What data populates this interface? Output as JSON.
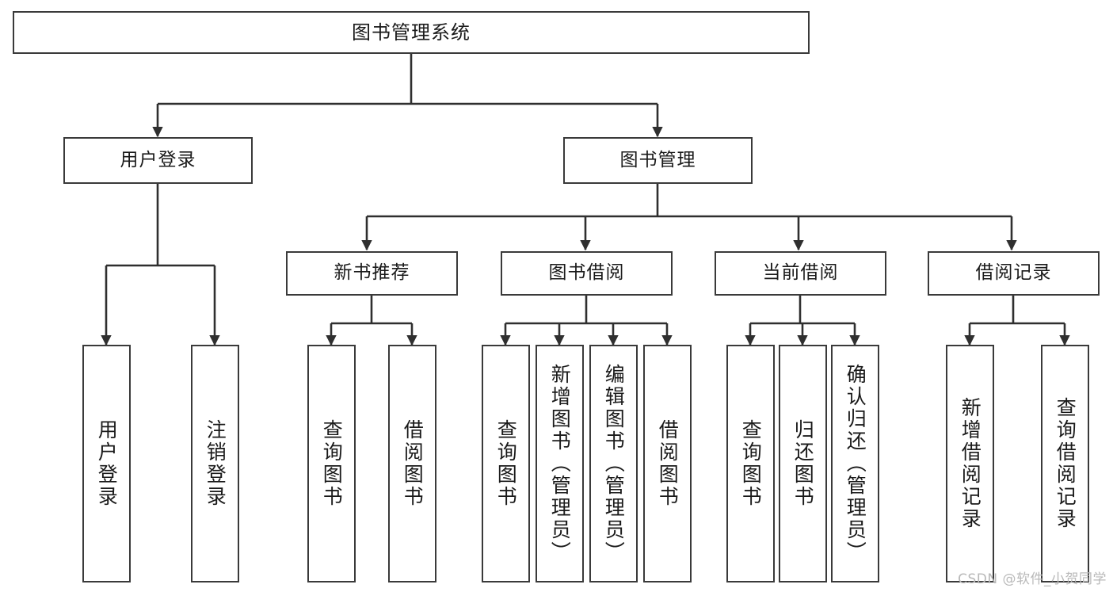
{
  "diagram": {
    "title": "图书管理系统",
    "type": "hierarchy-tree",
    "orientation": "top-down",
    "colors": {
      "box_border": "#3a3a3a",
      "box_fill": "#ffffff",
      "connector": "#2f2f2f",
      "text": "#1a1a1a",
      "watermark": "#b9b9b9",
      "background": "#ffffff"
    },
    "levels": 4
  },
  "nodes": {
    "root": {
      "label": "图书管理系统",
      "level": 1
    },
    "level2": [
      {
        "id": "user-login",
        "label": "用户登录",
        "level": 2
      },
      {
        "id": "book-manage",
        "label": "图书管理",
        "level": 2
      }
    ],
    "level3": [
      {
        "id": "new-book-recommend",
        "label": "新书推荐",
        "level": 3,
        "parent": "book-manage"
      },
      {
        "id": "book-borrow",
        "label": "图书借阅",
        "level": 3,
        "parent": "book-manage"
      },
      {
        "id": "current-borrow",
        "label": "当前借阅",
        "level": 3,
        "parent": "book-manage"
      },
      {
        "id": "borrow-record",
        "label": "借阅记录",
        "level": 3,
        "parent": "book-manage"
      }
    ],
    "leaves": [
      {
        "id": "leaf-user-login",
        "label": "用户登录",
        "parent": "user-login"
      },
      {
        "id": "leaf-logout-login",
        "label": "注销登录",
        "parent": "user-login"
      },
      {
        "id": "leaf-query-book-1",
        "label": "查询图书",
        "parent": "new-book-recommend"
      },
      {
        "id": "leaf-borrow-book-1",
        "label": "借阅图书",
        "parent": "new-book-recommend"
      },
      {
        "id": "leaf-query-book-2",
        "label": "查询图书",
        "parent": "book-borrow"
      },
      {
        "id": "leaf-add-book",
        "label": "新增图书（管理员）",
        "parent": "book-borrow"
      },
      {
        "id": "leaf-edit-book",
        "label": "编辑图书（管理员）",
        "parent": "book-borrow"
      },
      {
        "id": "leaf-borrow-book-2",
        "label": "借阅图书",
        "parent": "book-borrow"
      },
      {
        "id": "leaf-query-book-3",
        "label": "查询图书",
        "parent": "current-borrow"
      },
      {
        "id": "leaf-return-book",
        "label": "归还图书",
        "parent": "current-borrow"
      },
      {
        "id": "leaf-confirm-return",
        "label": "确认归还（管理员）",
        "parent": "current-borrow"
      },
      {
        "id": "leaf-add-borrow-record",
        "label": "新增借阅记录",
        "parent": "borrow-record"
      },
      {
        "id": "leaf-query-borrow-record",
        "label": "查询借阅记录",
        "parent": "borrow-record"
      }
    ]
  },
  "watermark": {
    "text": "CSDN @软件_小贺同学"
  }
}
